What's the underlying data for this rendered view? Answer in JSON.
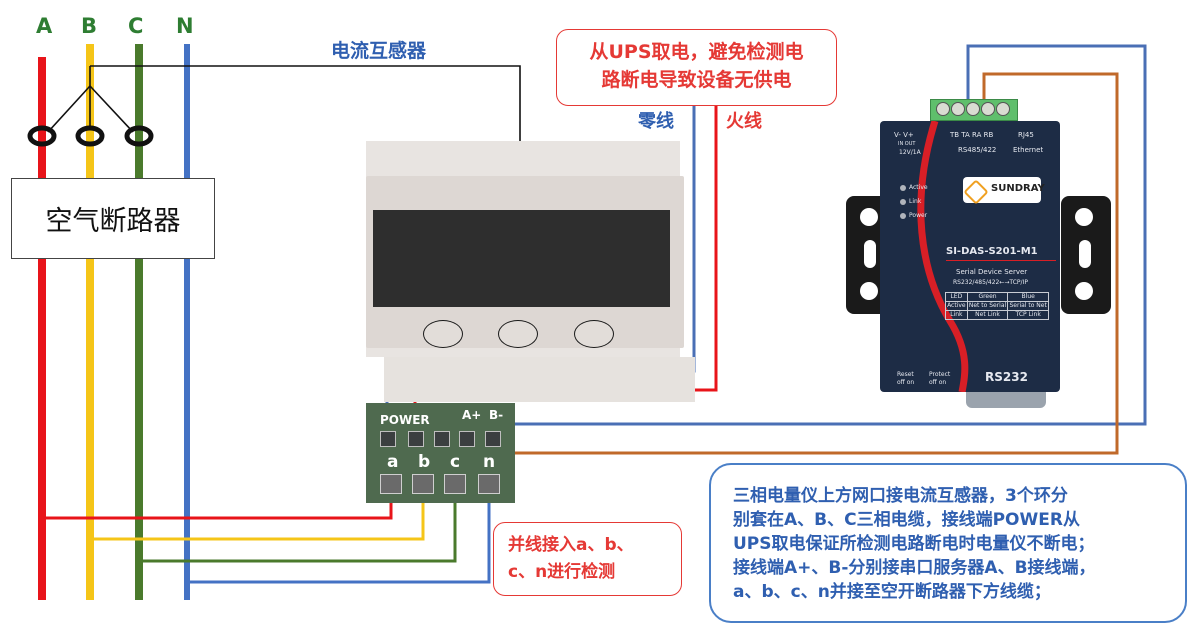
{
  "phases": {
    "a": "A",
    "b": "B",
    "c": "C",
    "n": "N"
  },
  "breaker_label": "空气断路器",
  "ct_label": "电流互感器",
  "ups_callout": {
    "line1": "从UPS取电，避免检测电",
    "line2": "路断电导致设备无供电"
  },
  "neutral_label": "零线",
  "live_label": "火线",
  "meter": {
    "power_label": "POWER",
    "a_plus": "A+",
    "b_minus": "B-",
    "terminals": [
      "a",
      "b",
      "c",
      "n"
    ]
  },
  "parallel_callout": {
    "line1": "并线接入a、b、",
    "line2": "c、n进行检测"
  },
  "server": {
    "port_power": "V-  V+",
    "port_io": "IN    OUT",
    "port_volt": "12V/1A",
    "port_rs485": "TB TA   RA RB",
    "rs485_label": "RS485/422",
    "rj45": "RJ45",
    "ethernet": "Ethernet",
    "leds": [
      "Active",
      "Link",
      "Power"
    ],
    "brand": "SUNDRAY",
    "model": "SI-DAS-S201-M1",
    "product_name": "Serial Device Server",
    "product_sub": "RS232/485/422←→TCP/IP",
    "table": [
      [
        "LED",
        "Green",
        "Blue"
      ],
      [
        "Active",
        "Net to Serial",
        "Serial to Net"
      ],
      [
        "Link",
        "Net Link",
        "TCP Link"
      ]
    ],
    "reset": "Reset\noff on",
    "protect": "Protect\noff on",
    "rs232": "RS232"
  },
  "note_callout": {
    "lines": [
      "三相电量仪上方网口接电流互感器，3个环分",
      "别套在A、B、C三相电缆，接线端POWER从",
      "UPS取电保证所检测电路断电时电量仪不断电；",
      "接线端A+、B-分别接串口服务器A、B接线端，",
      "a、b、c、n并接至空开断路器下方线缆；"
    ]
  },
  "colors": {
    "phase_a": "#e8141a",
    "phase_b": "#f5c518",
    "phase_c": "#4a7a2c",
    "neutral": "#4472c4",
    "rs485_a": "#4a6fb5",
    "rs485_b": "#c0692a",
    "label_blue": "#2f5fb0",
    "callout_red": "#e53935"
  }
}
